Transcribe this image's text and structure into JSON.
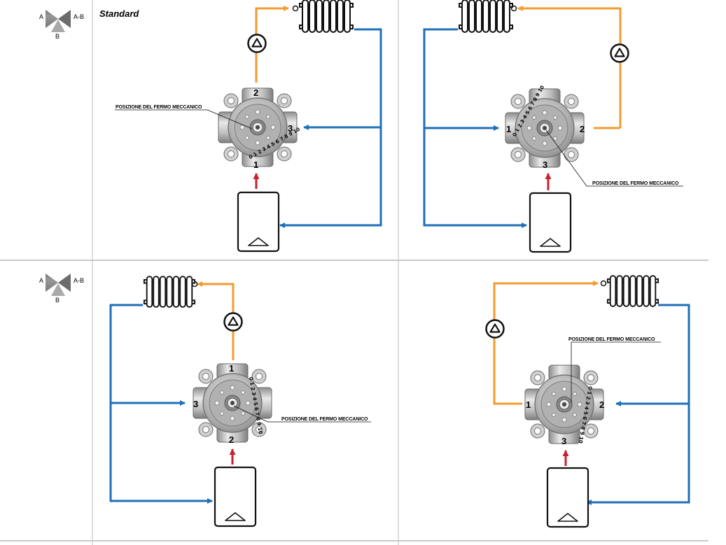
{
  "colors": {
    "hot": "#f39b2f",
    "cold": "#1f6fb8",
    "boiler_flow": "#c8202f",
    "divider": "#c9c9c9",
    "valve_metal": "#9a9a9a",
    "valve_dark": "#6f6f6f"
  },
  "rows": [
    {
      "legend": {
        "left": "A",
        "right": "A-B",
        "bottom": "B"
      },
      "title": "Standard",
      "diagrams": [
        {
          "top_port": "2",
          "bottom_port": "1",
          "side_port": "3",
          "callout": "POSIZIONE DEL FERMO MECCANICO",
          "dial": "0 1 2 3 4 5 6 7 8 9 10"
        },
        {
          "left_port": "1",
          "right_port": "2",
          "bottom_port": "3",
          "callout": "POSIZIONE DEL FERMO MECCANICO",
          "dial": "0 1 2 3 4 5 6 7 8 9 10"
        }
      ]
    },
    {
      "legend": {
        "left": "A",
        "right": "A-B",
        "bottom": "B"
      },
      "title": "",
      "diagrams": [
        {
          "top_port": "1",
          "bottom_port": "2",
          "side_port": "3",
          "callout": "POSIZIONE DEL FERMO MECCANICO",
          "dial": "0 1 2 3 4 5 6 7 8 9 10"
        },
        {
          "left_port": "1",
          "right_port": "2",
          "bottom_port": "3",
          "callout": "POSIZIONE DEL FERMO MECCANICO",
          "dial": "0 1 2 3 4 5 6 7 8 9 10"
        }
      ]
    }
  ],
  "icons": {
    "radiator": "radiator-icon",
    "pump": "pump-icon",
    "boiler": "boiler-icon",
    "valve": "mixing-valve-icon",
    "legend": "three-way-valve-symbol-icon"
  }
}
